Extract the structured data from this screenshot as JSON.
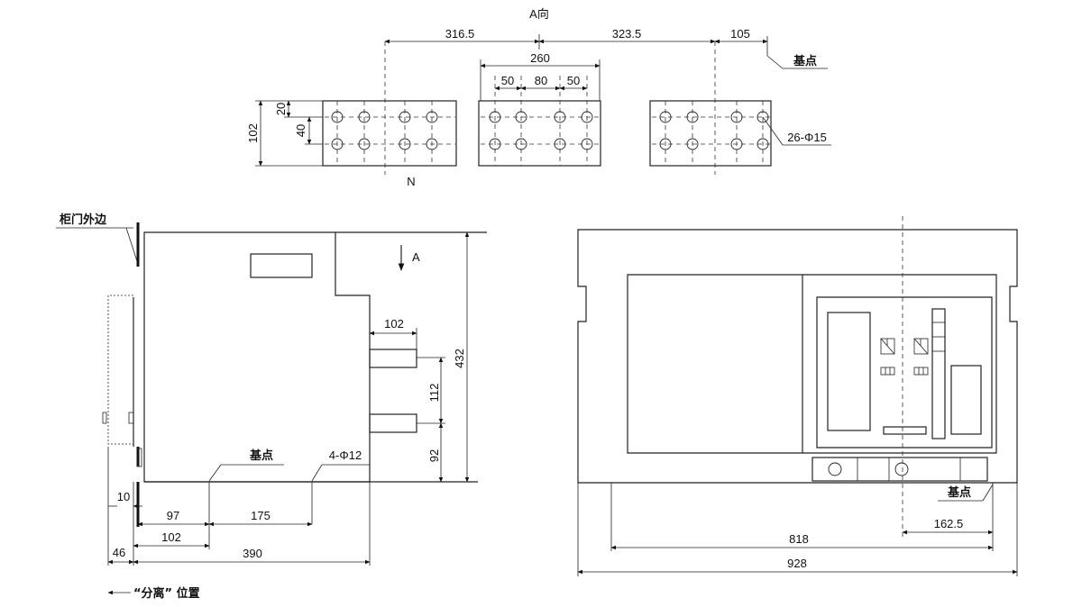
{
  "top_view": {
    "title": "A向",
    "dim_left": "316.5",
    "dim_mid": "323.5",
    "dim_right": "105",
    "dim_260": "260",
    "dim_50a": "50",
    "dim_80": "80",
    "dim_50b": "50",
    "dim_102": "102",
    "dim_20": "20",
    "dim_40": "40",
    "hole_callout": "26-Φ15",
    "ref_point": "基点",
    "neutral_label": "N"
  },
  "side_view": {
    "door_label": "柜门外边",
    "arrow_label": "A",
    "dim_102": "102",
    "dim_432": "432",
    "dim_112": "112",
    "dim_92": "92",
    "ref_point": "基点",
    "hole_callout": "4-Φ12",
    "dim_10": "10",
    "dim_97": "97",
    "dim_175": "175",
    "dim_102b": "102",
    "dim_390": "390",
    "dim_46": "46",
    "position_label": "“分离” 位置"
  },
  "front_view": {
    "ref_point": "基点",
    "dim_162_5": "162.5",
    "dim_818": "818",
    "dim_928": "928"
  }
}
